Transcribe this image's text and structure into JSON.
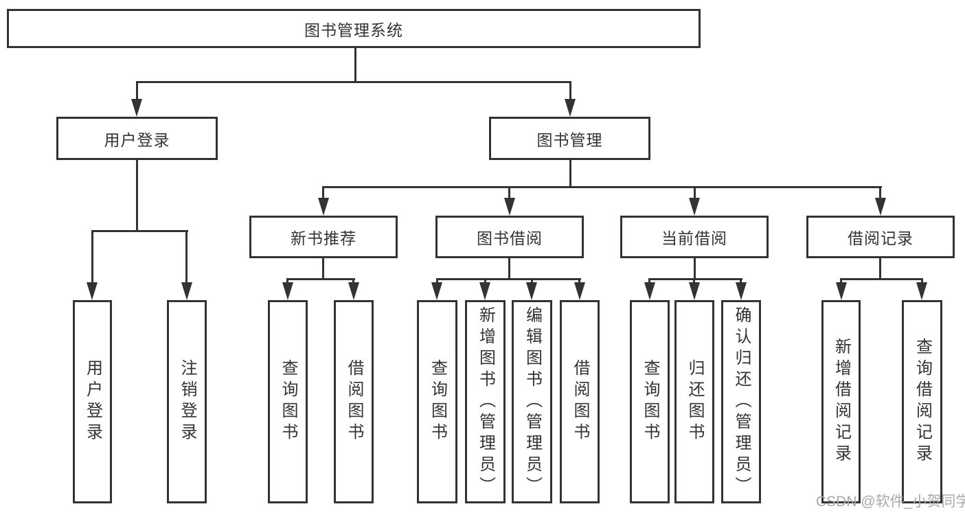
{
  "diagram": {
    "root": {
      "label": "图书管理系统"
    },
    "level2": {
      "user_login": {
        "label": "用户登录"
      },
      "book_mgmt": {
        "label": "图书管理"
      }
    },
    "level3": {
      "new_books": {
        "label": "新书推荐"
      },
      "book_borrow": {
        "label": "图书借阅"
      },
      "current_borrow": {
        "label": "当前借阅"
      },
      "borrow_records": {
        "label": "借阅记录"
      }
    },
    "leaves": {
      "user_login": [
        {
          "label": "用户登录"
        },
        {
          "label": "注销登录"
        }
      ],
      "new_books": [
        {
          "label": "查询图书"
        },
        {
          "label": "借阅图书"
        }
      ],
      "book_borrow": [
        {
          "label": "查询图书"
        },
        {
          "label": "新增图书（管理员）"
        },
        {
          "label": "编辑图书（管理员）"
        },
        {
          "label": "借阅图书"
        }
      ],
      "current_borrow": [
        {
          "label": "查询图书"
        },
        {
          "label": "归还图书"
        },
        {
          "label": "确认归还（管理员）"
        }
      ],
      "borrow_records": [
        {
          "label": "新增借阅记录"
        },
        {
          "label": "查询借阅记录"
        }
      ]
    }
  },
  "watermark": {
    "text": "CSDN @软件_小贺同学"
  },
  "colors": {
    "line": "#333333",
    "text": "#333333",
    "watermark": "#a9a9a9",
    "background": "#ffffff"
  }
}
